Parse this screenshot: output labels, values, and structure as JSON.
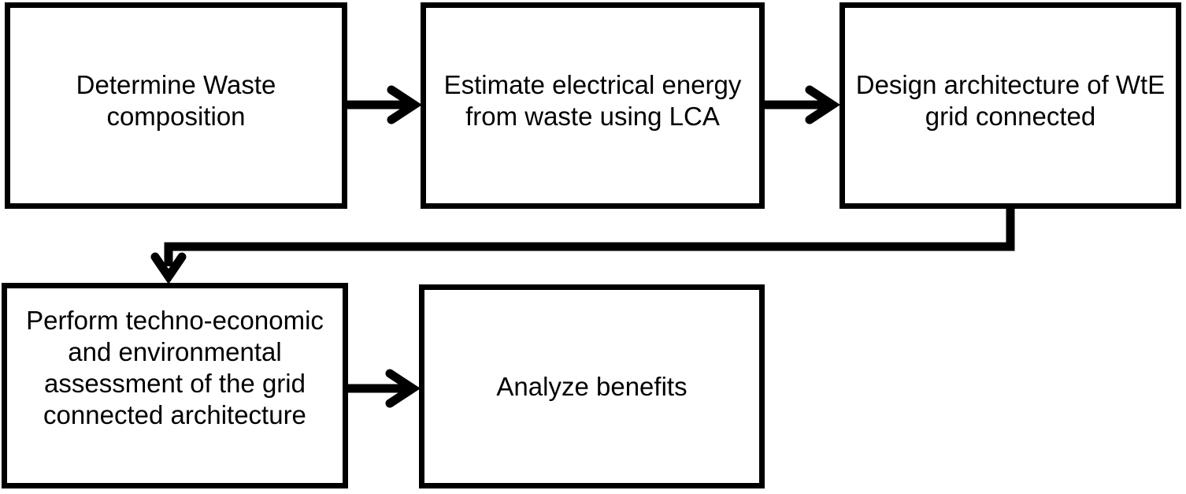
{
  "figure": {
    "type": "flowchart",
    "background_color": "#ffffff",
    "ink_color": "#000000",
    "steps": [
      {
        "id": "determine-waste-composition",
        "label": "Determine Waste\ncomposition"
      },
      {
        "id": "estimate-electrical-energy",
        "label": "Estimate electrical energy\nfrom waste using LCA"
      },
      {
        "id": "design-architecture",
        "label": "Design architecture of WtE\ngrid connected"
      },
      {
        "id": "techno-economic-assessment",
        "label": "Perform techno-economic\nand environmental\nassessment of the grid\nconnected architecture"
      },
      {
        "id": "analyze-benefits",
        "label": "Analyze benefits"
      }
    ],
    "connections": [
      {
        "from": "determine-waste-composition",
        "to": "estimate-electrical-energy",
        "shape": "straight-right-arrow"
      },
      {
        "from": "estimate-electrical-energy",
        "to": "design-architecture",
        "shape": "straight-right-arrow"
      },
      {
        "from": "design-architecture",
        "to": "techno-economic-assessment",
        "shape": "elbow-down-left-down-arrow"
      },
      {
        "from": "techno-economic-assessment",
        "to": "analyze-benefits",
        "shape": "straight-right-arrow"
      }
    ]
  }
}
